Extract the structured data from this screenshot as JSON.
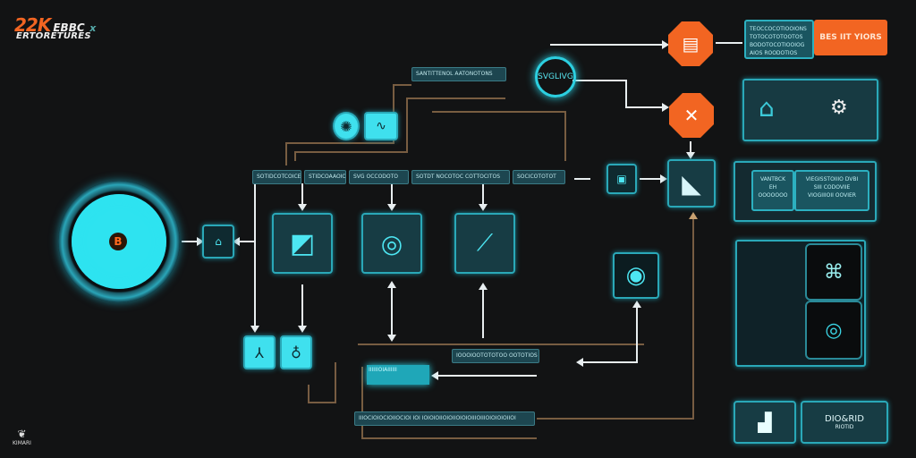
{
  "logo": {
    "number": "22K",
    "word": "EBBC",
    "mark": "x",
    "subtitle": "ERTORETURES"
  },
  "corner_mark": {
    "label": "KIMARI"
  },
  "core": {
    "badge": "B"
  },
  "center_node": {
    "label": "SVGLIVG"
  },
  "top_bar": {
    "label": "SANTITTENOL AATONOTONS"
  },
  "label_row": [
    "SOTIDCOTCOICE",
    "STIDCOAAOIO",
    "SVG OCCODOTO",
    "SOTDT NOCOTOC COTTOCITOS",
    "SOCICOTOTOT"
  ],
  "top_right": {
    "text_lines": [
      "TEOCCOCOTIOOIONS",
      "TOTOCOTOTOOTOS",
      "BODOTOCOTIOOIOG",
      "AIOS ROODOTIOS"
    ],
    "button_label": "BES IIT YIORS"
  },
  "info_panel": {
    "left_lines": [
      "VANTBCK",
      "EH",
      "OOOOOOO"
    ],
    "right_lines": [
      "VIEGISSTOIIIO DVBI",
      "SIII CODOVIIE",
      "VIOGIIIOII OOVIER"
    ]
  },
  "lower_bar": {
    "label": "IOOOIOOTOTOTOO OOTOTIOS IOTD"
  },
  "glow_box": {
    "label": "IIIIIIOIAIIIIII"
  },
  "bottom_bar": {
    "label": "IIIOCIOIOCIOIIOCIOI IOI IOIOIOIIOIOIIOIOIOIIIOIIIOIOIOIOIIOI"
  },
  "bottom_card": {
    "title": "DIO&RID",
    "sub": "RIOTID"
  },
  "colors": {
    "background": "#121314",
    "cyan": "#2ee3f0",
    "teal": "#2aa8b8",
    "orange": "#f26522",
    "line_brown": "#8a6a4a"
  },
  "icons": [
    "octagon-receipt-icon",
    "octagon-tools-icon",
    "document-icon",
    "bag-icon",
    "gears-icon",
    "circuit-icon",
    "target-icon",
    "chart-icon",
    "fan-icon",
    "wave-icon"
  ]
}
